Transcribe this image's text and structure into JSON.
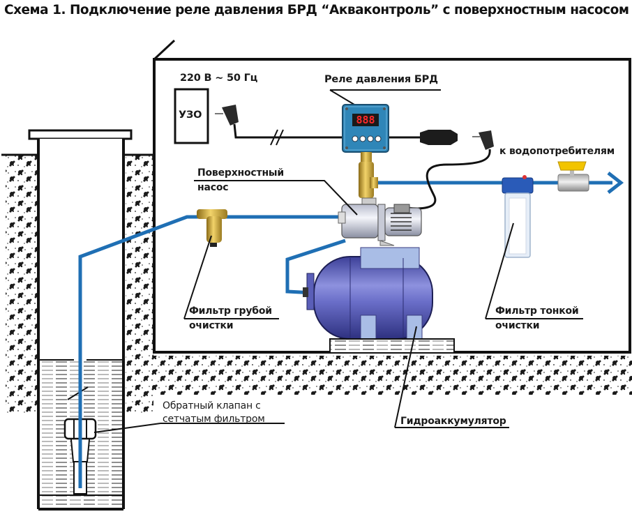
{
  "title": "Схема 1. Подключение реле давления БРД “Акваконтроль” с поверхностным насосом",
  "power": {
    "voltage_label": "220 В ~ 50 Гц",
    "rcd_label": "УЗО"
  },
  "relay": {
    "label": "Реле давления БРД",
    "display_value": "888"
  },
  "labels": {
    "pump_line1": "Поверхностный",
    "pump_line2": "насос",
    "consumers": "к водопотребителям",
    "coarse_filter_line1": "Фильтр грубой",
    "coarse_filter_line2": "очистки",
    "fine_filter_line1": "Фильтр тонкой",
    "fine_filter_line2": "очистки",
    "check_valve_line1": "Обратный клапан с",
    "check_valve_line2": "сетчатым фильтром",
    "accumulator": "Гидроаккумулятор"
  },
  "colors": {
    "pipe": "#1f6fb4",
    "tank": "#4b4fa8",
    "tank_light": "#8f93d8",
    "relay_body": "#2f86b8",
    "brass": "#c9a23a",
    "filter_cap": "#2a5bb8",
    "valve_handle": "#f2c400",
    "outline": "#111111"
  }
}
